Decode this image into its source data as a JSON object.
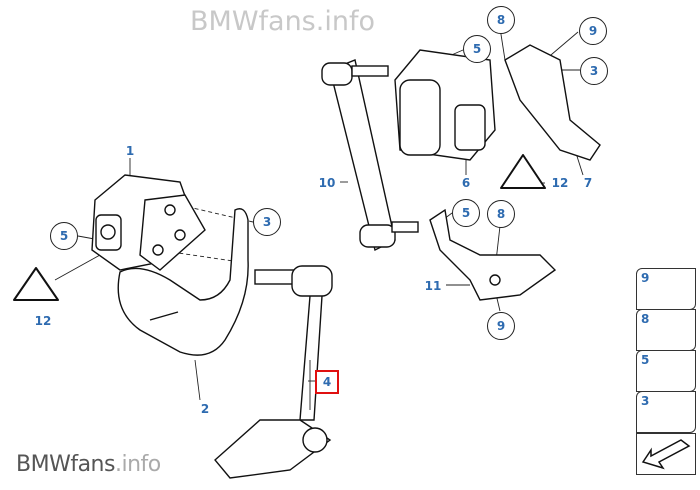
{
  "watermark": {
    "brand": "BMWfans",
    "suffix": ".info",
    "top_text": "BMWfans.info"
  },
  "callouts": {
    "c1": "1",
    "c2": "2",
    "c3_left": "3",
    "c4": "4",
    "c5_left": "5",
    "c12_left": "12",
    "c8_top": "8",
    "c9_top": "9",
    "c5_top": "5",
    "c3_top": "3",
    "c6": "6",
    "c7": "7",
    "c12_right": "12",
    "c10": "10",
    "c5_mid": "5",
    "c8_mid": "8",
    "c11": "11",
    "c9_bottom": "9"
  },
  "legend": [
    "9",
    "8",
    "5",
    "3"
  ],
  "colors": {
    "callout": "#2e6bb0",
    "highlight": "#e01010"
  }
}
